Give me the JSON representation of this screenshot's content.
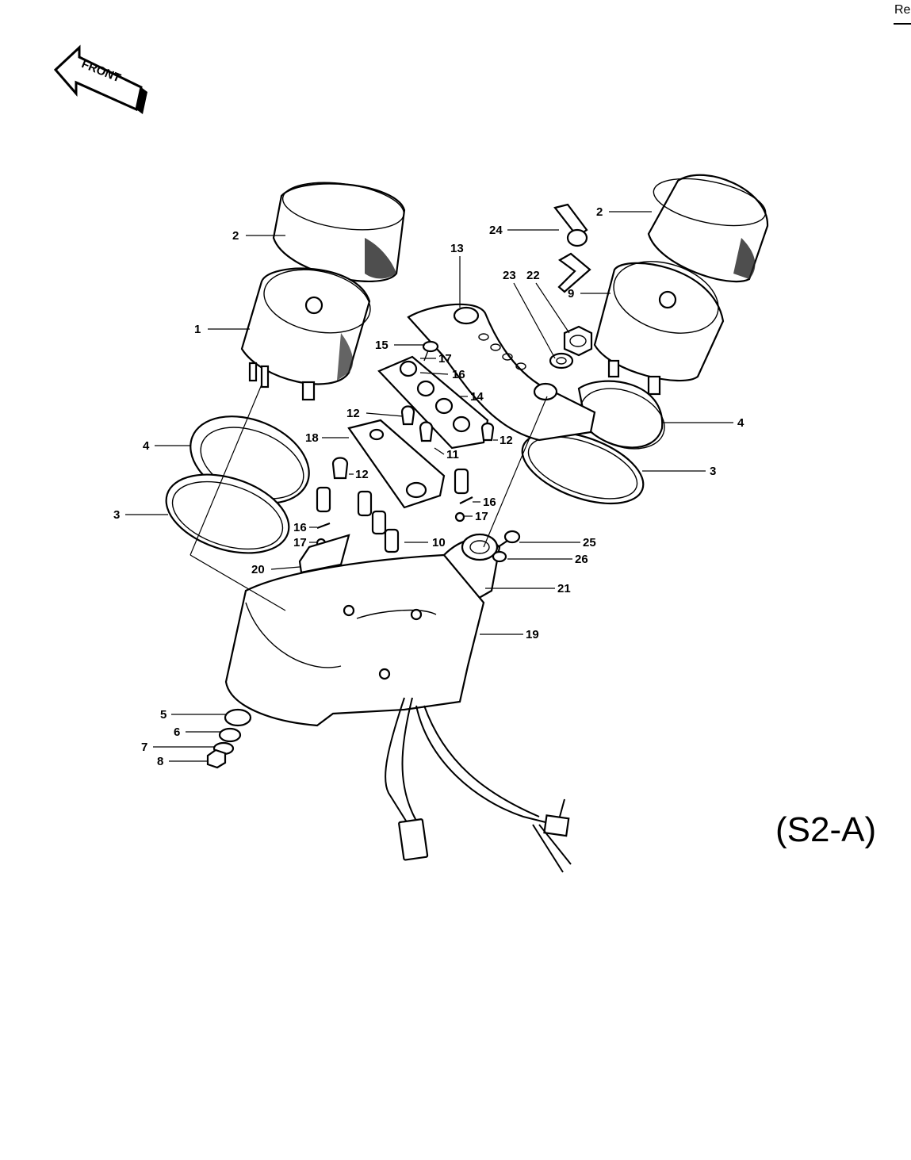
{
  "header": {
    "ref_text": "Re"
  },
  "front_arrow": {
    "label": "FRONT"
  },
  "diagram_code": "(S2-A)",
  "callouts": {
    "c1": "1",
    "c2a": "2",
    "c2b": "2",
    "c3a": "3",
    "c3b": "3",
    "c4a": "4",
    "c4b": "4",
    "c5": "5",
    "c6": "6",
    "c7": "7",
    "c8": "8",
    "c9": "9",
    "c10": "10",
    "c11": "11",
    "c12a": "12",
    "c12b": "12",
    "c12c": "12",
    "c13": "13",
    "c14": "14",
    "c15": "15",
    "c16a": "16",
    "c16b": "16",
    "c16c": "16",
    "c17a": "17",
    "c17b": "17",
    "c17c": "17",
    "c18": "18",
    "c19": "19",
    "c20": "20",
    "c21": "21",
    "c22": "22",
    "c23": "23",
    "c24": "24",
    "c25": "25",
    "c26": "26"
  }
}
